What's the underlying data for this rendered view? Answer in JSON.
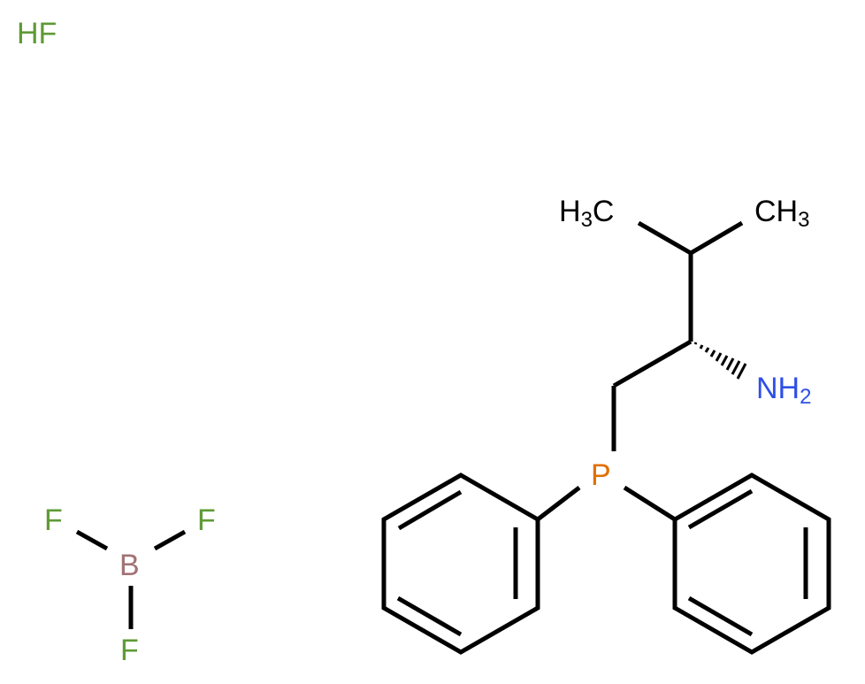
{
  "molecules": {
    "hf": {
      "label": "HF",
      "color": "#5e9a35"
    },
    "bf3": {
      "boron": {
        "label": "B",
        "color": "#a27274"
      },
      "fluorines": [
        {
          "label": "F",
          "color": "#5e9a35"
        },
        {
          "label": "F",
          "color": "#5e9a35"
        },
        {
          "label": "F",
          "color": "#5e9a35"
        }
      ]
    },
    "main": {
      "methyl_left": {
        "label": "H",
        "sub": "3",
        "tail": "C"
      },
      "methyl_right": {
        "label": "CH",
        "sub": "3"
      },
      "amine": {
        "label": "NH",
        "sub": "2",
        "color": "#2e4fe8"
      },
      "phosphorus": {
        "label": "P",
        "color": "#e07000"
      }
    }
  },
  "colors": {
    "bond": "#000000",
    "background": "#ffffff"
  }
}
